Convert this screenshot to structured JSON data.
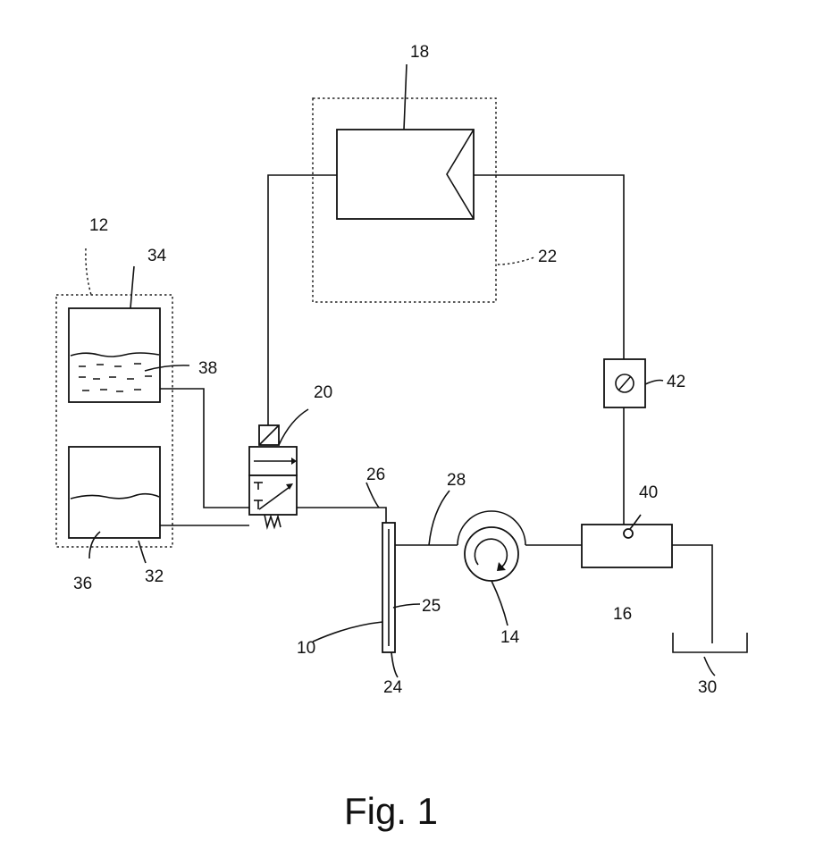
{
  "figure": {
    "caption": "Fig. 1",
    "labels": {
      "l10": "10",
      "l12": "12",
      "l14": "14",
      "l16": "16",
      "l18": "18",
      "l20": "20",
      "l22": "22",
      "l24": "24",
      "l25": "25",
      "l26": "26",
      "l28": "28",
      "l30": "30",
      "l32": "32",
      "l34": "34",
      "l36": "36",
      "l38": "38",
      "l40": "40",
      "l42": "42"
    }
  }
}
